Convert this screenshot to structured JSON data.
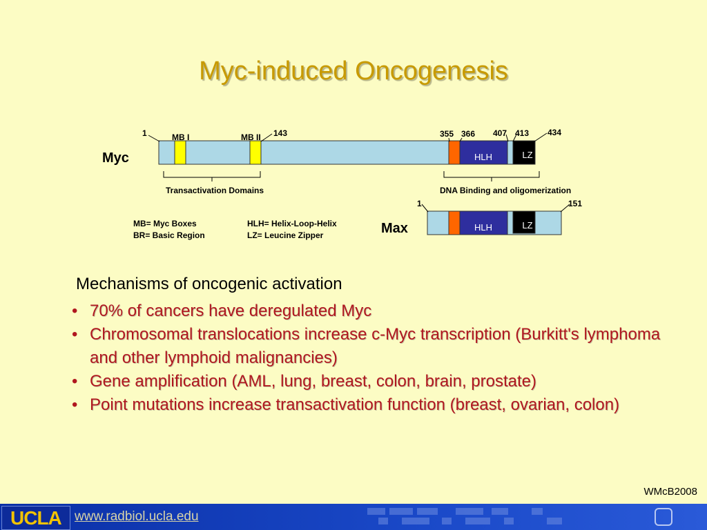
{
  "slide": {
    "title": "Myc-induced Oncogenesis",
    "credit": "WMcB2008"
  },
  "diagram": {
    "myc_label": "Myc",
    "max_label": "Max",
    "myc_positions": [
      "1",
      "143",
      "355",
      "366",
      "407",
      "413",
      "434"
    ],
    "max_positions": [
      "1",
      "151"
    ],
    "mb1_label": "MB I",
    "mb2_label": "MB II",
    "hlh_label": "HLH",
    "lz_label": "LZ",
    "transactivation_label": "Transactivation Domains",
    "dna_binding_label": "DNA Binding and oligomerization",
    "legend": {
      "mb": "MB= Myc Boxes",
      "br": "BR= Basic Region",
      "hlh": "HLH= Helix-Loop-Helix",
      "lz": "LZ= Leucine Zipper"
    },
    "colors": {
      "protein_body": "#add8e6",
      "myc_box": "#ffff00",
      "basic_region": "#ff6600",
      "hlh": "#2e2e9e",
      "lz": "#000000"
    }
  },
  "mechanisms": {
    "heading": "Mechanisms of oncogenic activation",
    "bullet_char": "•",
    "items": [
      "70% of cancers have deregulated Myc",
      "Chromosomal translocations increase c-Myc transcription (Burkitt's lymphoma and other lymphoid malignancies)",
      "Gene amplification (AML, lung, breast, colon, brain, prostate)",
      "Point mutations increase transactivation function (breast, ovarian, colon)"
    ]
  },
  "footer": {
    "logo": "UCLA",
    "url": "www.radbiol.ucla.edu"
  }
}
